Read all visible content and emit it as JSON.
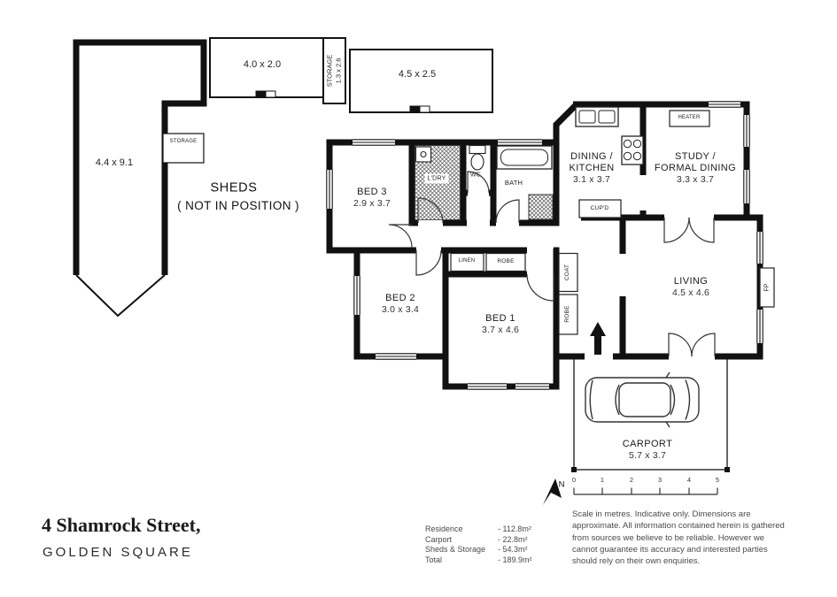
{
  "plan": {
    "sheds": {
      "large_dims": "4.4 x 9.1",
      "large_storage": "STORAGE",
      "mid_dims": "4.0 x 2.0",
      "tall_line1": "STORAGE",
      "tall_line2": "1.3 x 2.6",
      "right_dims": "4.5 x 2.5",
      "note_line1": "SHEDS",
      "note_line2": "( NOT IN POSITION )"
    },
    "rooms": {
      "bed3": {
        "name": "BED 3",
        "dims": "2.9 x 3.7"
      },
      "bed2": {
        "name": "BED 2",
        "dims": "3.0 x 3.4"
      },
      "bed1": {
        "name": "BED 1",
        "dims": "3.7 x 4.6"
      },
      "ldry": {
        "name": "L'DRY"
      },
      "wc": {
        "name": "WC"
      },
      "bath": {
        "name": "BATH"
      },
      "dining": {
        "name_line1": "DINING /",
        "name_line2": "KITCHEN",
        "dims": "3.1 x 3.7"
      },
      "study": {
        "name_line1": "STUDY /",
        "name_line2": "FORMAL DINING",
        "dims": "3.3 x 3.7"
      },
      "living": {
        "name": "LIVING",
        "dims": "4.5 x 4.6"
      },
      "carport": {
        "name": "CARPORT",
        "dims": "5.7 x 3.7"
      }
    },
    "fixtures": {
      "heater": "HEATER",
      "cupboard": "CUP'D",
      "linen": "LINEN",
      "robe_hall": "ROBE",
      "coat": "COAT",
      "robe_entry": "ROBE",
      "fireplace": "FP"
    },
    "north_label": "N",
    "scale_ticks": [
      "0",
      "1",
      "2",
      "3",
      "4",
      "5"
    ]
  },
  "title_block": {
    "address_line1": "4 Shamrock Street,",
    "address_line2": "GOLDEN SQUARE"
  },
  "areas": {
    "rows": [
      {
        "label": "Residence",
        "value": "- 112.8m²"
      },
      {
        "label": "Carport",
        "value": "- 22.8m²"
      },
      {
        "label": "Sheds & Storage",
        "value": "- 54.3m²"
      },
      {
        "label": "Total",
        "value": "- 189.9m²"
      }
    ]
  },
  "disclaimer": "Scale in metres. Indicative only. Dimensions are approximate. All information contained herein is gathered from sources we believe to be reliable. However we cannot guarantee its accuracy and interested parties should rely on their own enquiries."
}
